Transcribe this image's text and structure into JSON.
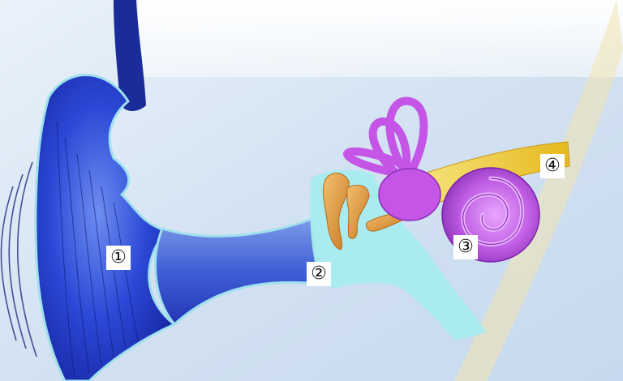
{
  "labels": {
    "l1": "①",
    "l2": "②",
    "l3": "③",
    "l4": "④"
  },
  "colors": {
    "outer_ear": "#1f3fd0",
    "ear_canal": "#3c5fd8",
    "middle_ear_cavity": "#a6ecef",
    "ossicles": "#e09a3c",
    "cochlea_canals": "#c455e6",
    "auditory_nerve": "#f2d22a",
    "background": "#d5e4f3"
  },
  "icons": {
    "sound_waves": "sound-waves-icon"
  }
}
